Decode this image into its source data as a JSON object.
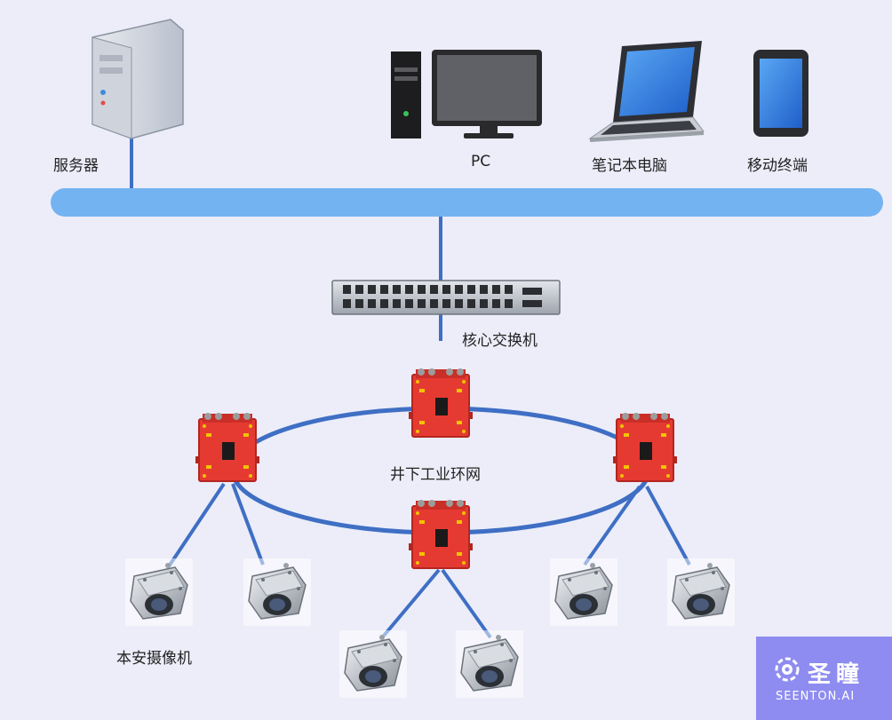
{
  "labels": {
    "server": "服务器",
    "pc": "PC",
    "laptop": "笔记本电脑",
    "mobile": "移动终端",
    "core_switch": "核心交换机",
    "ring": "井下工业环网",
    "camera": "本安摄像机"
  },
  "logo": {
    "cn": "圣瞳",
    "en": "SEENTON.AI"
  },
  "colors": {
    "background": "#ecedf9",
    "bus": "#74b3f1",
    "link": "#3f6fc4",
    "device_red": "#e53a32",
    "logo_bg": "#8e8cf0"
  }
}
